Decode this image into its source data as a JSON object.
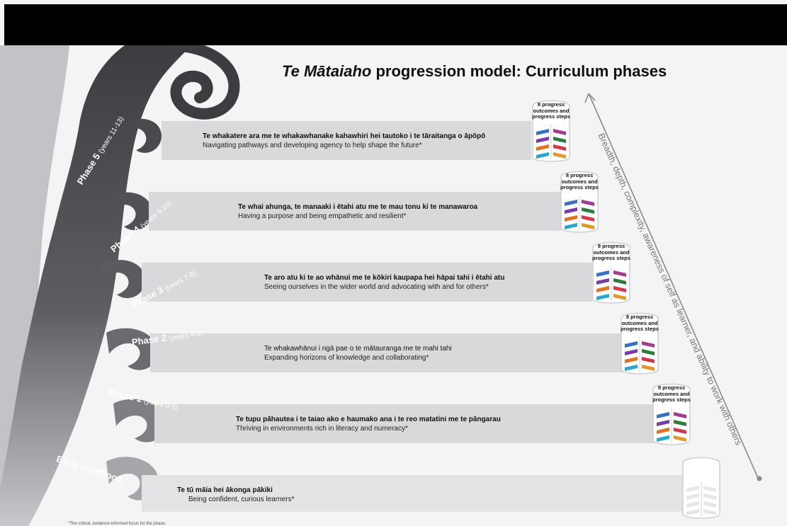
{
  "title": {
    "italic": "Te Mātaiaho",
    "rest": " progression model: Curriculum phases"
  },
  "book_label": "8 progress outcomes and progress steps",
  "phases": [
    {
      "name": "Phase 5",
      "years": "(years 11-13)",
      "maori": "Te whakatere ara me te whakawhanake kahawhiri hei tautoko i te tāraitanga o āpōpō",
      "english": "Navigating pathways and developing agency to help shape the future*"
    },
    {
      "name": "Phase 4",
      "years": "(years 9-10)",
      "maori": "Te whai ahunga, te manaaki i ētahi atu me te mau tonu ki te manawaroa",
      "english": "Having a purpose and being empathetic and resilient*"
    },
    {
      "name": "Phase 3",
      "years": "(years 7-8)",
      "maori": "Te aro atu ki te ao whānui me te kōkiri kaupapa hei hāpai tahi i ētahi atu",
      "english": "Seeing ourselves in the wider world and advocating with and for others*"
    },
    {
      "name": "Phase 2",
      "years": "(years 4-6)",
      "maori": "Te whakawhānui i ngā pae o te mātauranga me te mahi tahi",
      "english": "Expanding horizons of knowledge and collaborating*"
    },
    {
      "name": "Phase 1",
      "years": "(years 0-3)",
      "maori": "Te tupu pāhautea i te taiao ako e haumako ana i te reo matatini me te pāngarau",
      "english": "Thriving in environments rich in literacy and numeracy*"
    },
    {
      "name": "Early childhood",
      "years": "",
      "maori": "Te tū māia hei ākonga pākiki",
      "english": "Being confident, curious learners*"
    }
  ],
  "arrow_text": "Breadth, depth, complexity, awareness of self as learner, and ability to work with others",
  "footnote": "*The critical, evidence-informed focus for the phase.",
  "colors": {
    "background": "#f4f4f5",
    "band": "#d9d9db",
    "fern_dark": "#404044",
    "fern_light": "#bdbdc2",
    "stripes": [
      "#3a6fc4",
      "#a23c8e",
      "#7a3ca6",
      "#2d7d3c",
      "#e0731f",
      "#d03a4a",
      "#2aa7c9",
      "#e09a2b"
    ]
  }
}
